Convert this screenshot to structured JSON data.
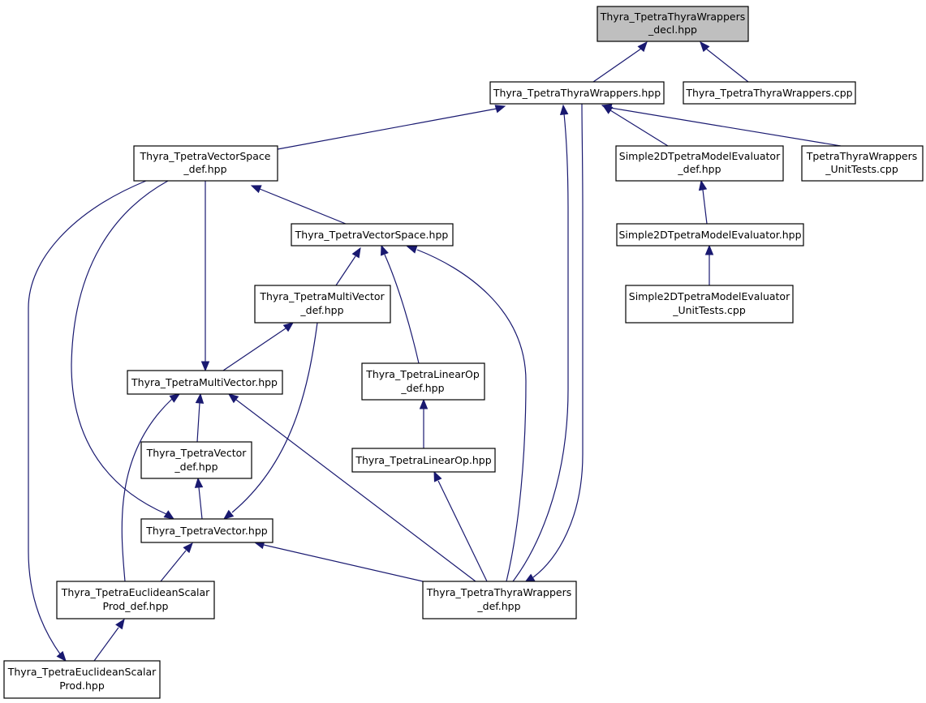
{
  "graph": {
    "nodes": [
      {
        "id": "decl",
        "lines": [
          "Thyra_TpetraThyraWrappers",
          "_decl.hpp"
        ],
        "highlight": true
      },
      {
        "id": "wrappers_hpp",
        "lines": [
          "Thyra_TpetraThyraWrappers.hpp"
        ]
      },
      {
        "id": "wrappers_cpp",
        "lines": [
          "Thyra_TpetraThyraWrappers.cpp"
        ]
      },
      {
        "id": "vs_def",
        "lines": [
          "Thyra_TpetraVectorSpace",
          "_def.hpp"
        ]
      },
      {
        "id": "s2d_def",
        "lines": [
          "Simple2DTpetraModelEvaluator",
          "_def.hpp"
        ]
      },
      {
        "id": "unit_tests",
        "lines": [
          "TpetraThyraWrappers",
          "_UnitTests.cpp"
        ]
      },
      {
        "id": "vs_hpp",
        "lines": [
          "Thyra_TpetraVectorSpace.hpp"
        ]
      },
      {
        "id": "s2d_hpp",
        "lines": [
          "Simple2DTpetraModelEvaluator.hpp"
        ]
      },
      {
        "id": "s2d_ut",
        "lines": [
          "Simple2DTpetraModelEvaluator",
          "_UnitTests.cpp"
        ]
      },
      {
        "id": "mv_def",
        "lines": [
          "Thyra_TpetraMultiVector",
          "_def.hpp"
        ]
      },
      {
        "id": "mv_hpp",
        "lines": [
          "Thyra_TpetraMultiVector.hpp"
        ]
      },
      {
        "id": "lo_def",
        "lines": [
          "Thyra_TpetraLinearOp",
          "_def.hpp"
        ]
      },
      {
        "id": "v_def",
        "lines": [
          "Thyra_TpetraVector",
          "_def.hpp"
        ]
      },
      {
        "id": "lo_hpp",
        "lines": [
          "Thyra_TpetraLinearOp.hpp"
        ]
      },
      {
        "id": "v_hpp",
        "lines": [
          "Thyra_TpetraVector.hpp"
        ]
      },
      {
        "id": "esp_def",
        "lines": [
          "Thyra_TpetraEuclideanScalar",
          "Prod_def.hpp"
        ]
      },
      {
        "id": "tw_def",
        "lines": [
          "Thyra_TpetraThyraWrappers",
          "_def.hpp"
        ]
      },
      {
        "id": "esp_hpp",
        "lines": [
          "Thyra_TpetraEuclideanScalar",
          "Prod.hpp"
        ]
      }
    ],
    "edges": [
      {
        "from": "wrappers_hpp",
        "to": "decl"
      },
      {
        "from": "wrappers_cpp",
        "to": "decl"
      },
      {
        "from": "vs_def",
        "to": "wrappers_hpp"
      },
      {
        "from": "s2d_def",
        "to": "wrappers_hpp"
      },
      {
        "from": "unit_tests",
        "to": "wrappers_hpp"
      },
      {
        "from": "tw_def",
        "to": "wrappers_hpp"
      },
      {
        "from": "wrappers_hpp",
        "to": "tw_def"
      },
      {
        "from": "s2d_hpp",
        "to": "s2d_def"
      },
      {
        "from": "s2d_ut",
        "to": "s2d_hpp"
      },
      {
        "from": "vs_hpp",
        "to": "vs_def"
      },
      {
        "from": "vs_def",
        "to": "mv_hpp"
      },
      {
        "from": "vs_def",
        "to": "v_hpp"
      },
      {
        "from": "vs_def",
        "to": "esp_hpp"
      },
      {
        "from": "mv_def",
        "to": "vs_hpp"
      },
      {
        "from": "lo_def",
        "to": "vs_hpp"
      },
      {
        "from": "tw_def",
        "to": "vs_hpp"
      },
      {
        "from": "mv_hpp",
        "to": "mv_def"
      },
      {
        "from": "mv_def",
        "to": "v_hpp"
      },
      {
        "from": "v_def",
        "to": "mv_hpp"
      },
      {
        "from": "esp_def",
        "to": "mv_hpp"
      },
      {
        "from": "tw_def",
        "to": "mv_hpp"
      },
      {
        "from": "lo_hpp",
        "to": "lo_def"
      },
      {
        "from": "tw_def",
        "to": "lo_hpp"
      },
      {
        "from": "v_hpp",
        "to": "v_def"
      },
      {
        "from": "esp_def",
        "to": "v_hpp"
      },
      {
        "from": "tw_def",
        "to": "v_hpp"
      },
      {
        "from": "esp_hpp",
        "to": "esp_def"
      }
    ]
  }
}
